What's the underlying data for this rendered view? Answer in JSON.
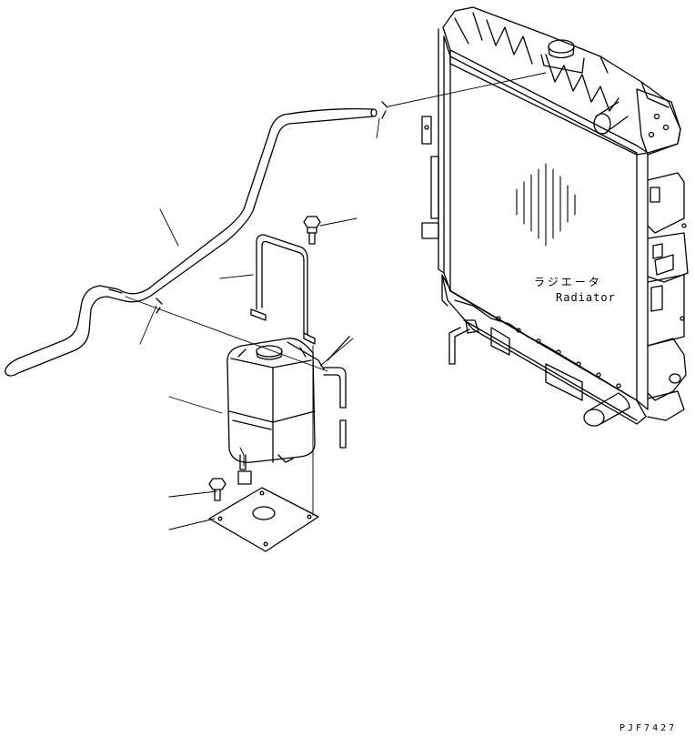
{
  "radiator": {
    "label_jp": "ラジエータ",
    "label_en": "Radiator"
  },
  "drawing_code": "PJF7427"
}
